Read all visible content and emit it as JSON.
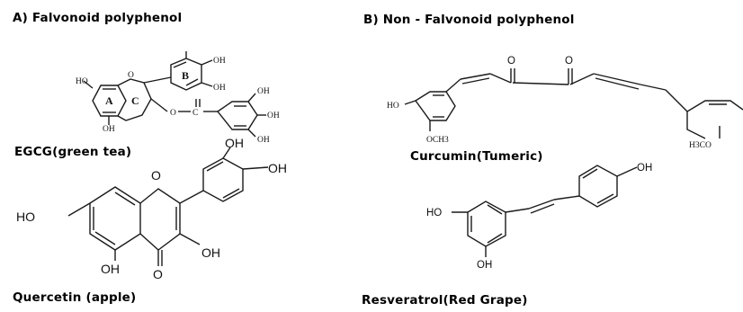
{
  "sections": {
    "flavonoid": {
      "heading": "A) Falvonoid polyphenol"
    },
    "non_flavonoid": {
      "heading": "B) Non - Falvonoid polyphenol"
    }
  },
  "compounds": {
    "egcg": {
      "caption": "EGCG(green tea)",
      "ring_labels": [
        "A",
        "C",
        "B"
      ],
      "atoms": {
        "ho": "HO",
        "oh1": "OH",
        "oh2": "OH",
        "oh3": "OH",
        "oh4": "OH",
        "oh5": "OH",
        "oh6": "OH",
        "o1": "O",
        "o2": "O",
        "c": "C"
      }
    },
    "curcumin": {
      "caption": "Curcumin(Tumeric)",
      "atoms": {
        "ho": "HO",
        "och3": "OCH3",
        "h3co": "H3CO",
        "o1": "O",
        "o2": "O"
      }
    },
    "quercetin": {
      "caption": "Quercetin (apple)",
      "atoms": {
        "ho": "HO",
        "oh_top": "OH",
        "oh_right": "OH",
        "oh_3": "OH",
        "oh_5": "OH",
        "o_ring": "O",
        "o_keto": "O"
      }
    },
    "resveratrol": {
      "caption": "Resveratrol(Red Grape)",
      "atoms": {
        "ho": "HO",
        "oh_para": "OH",
        "oh_meta": "OH"
      }
    }
  }
}
